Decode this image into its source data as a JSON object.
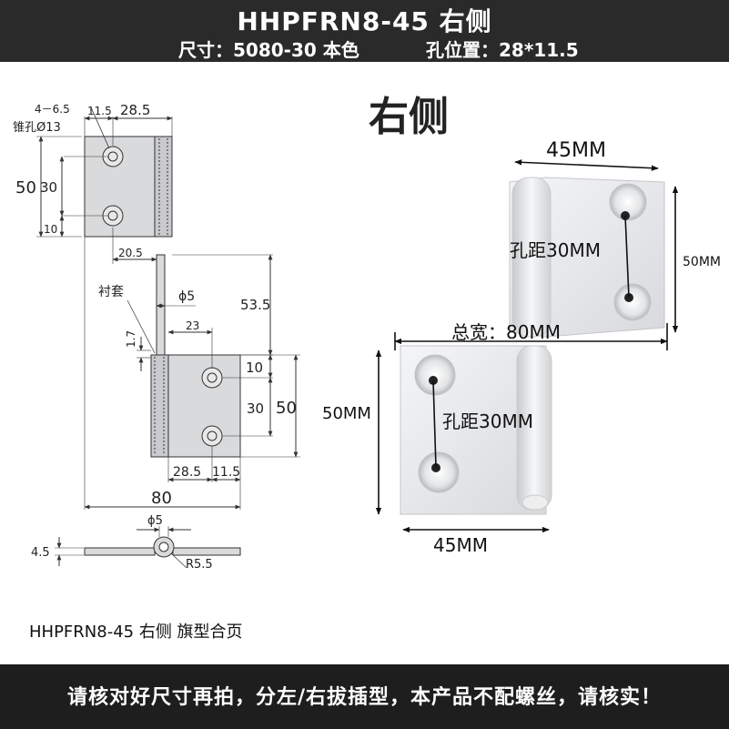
{
  "header": {
    "title": "HHPFRN8-45   右侧",
    "size_label": "尺寸：5080-30 本色",
    "hole_label": "孔位置：28*11.5"
  },
  "drawing": {
    "d_4_65": "4－6.5",
    "d_115_top": "11.5",
    "d_285_top": "28.5",
    "countersink": "锥孔Ø13",
    "d_50_left": "50",
    "d_30_left": "30",
    "d_10_left": "10",
    "d_205": "20.5",
    "bushing": "衬套",
    "phi5": "ϕ5",
    "d_535": "53.5",
    "d_17": "1.7",
    "d_23": "23",
    "d_10_right": "10",
    "d_30_right": "30",
    "d_50_right": "50",
    "d_285_bottom": "28.5",
    "d_115_bottom": "11.5",
    "d_80": "80",
    "phi5_side": "ϕ5",
    "d_45": "4.5",
    "r55": "R5.5"
  },
  "photo": {
    "side_title": "右侧",
    "width_top": "45MM",
    "height_right": "50MM",
    "pitch_top": "孔距30MM",
    "total_width": "总宽：80MM",
    "height_left": "50MM",
    "pitch_bottom": "孔距30MM",
    "width_bottom": "45MM"
  },
  "caption": "HHPFRN8-45 右侧 旗型合页",
  "footer": "请核对好尺寸再拍，分左/右拔插型，本产品不配螺丝，请核实！"
}
